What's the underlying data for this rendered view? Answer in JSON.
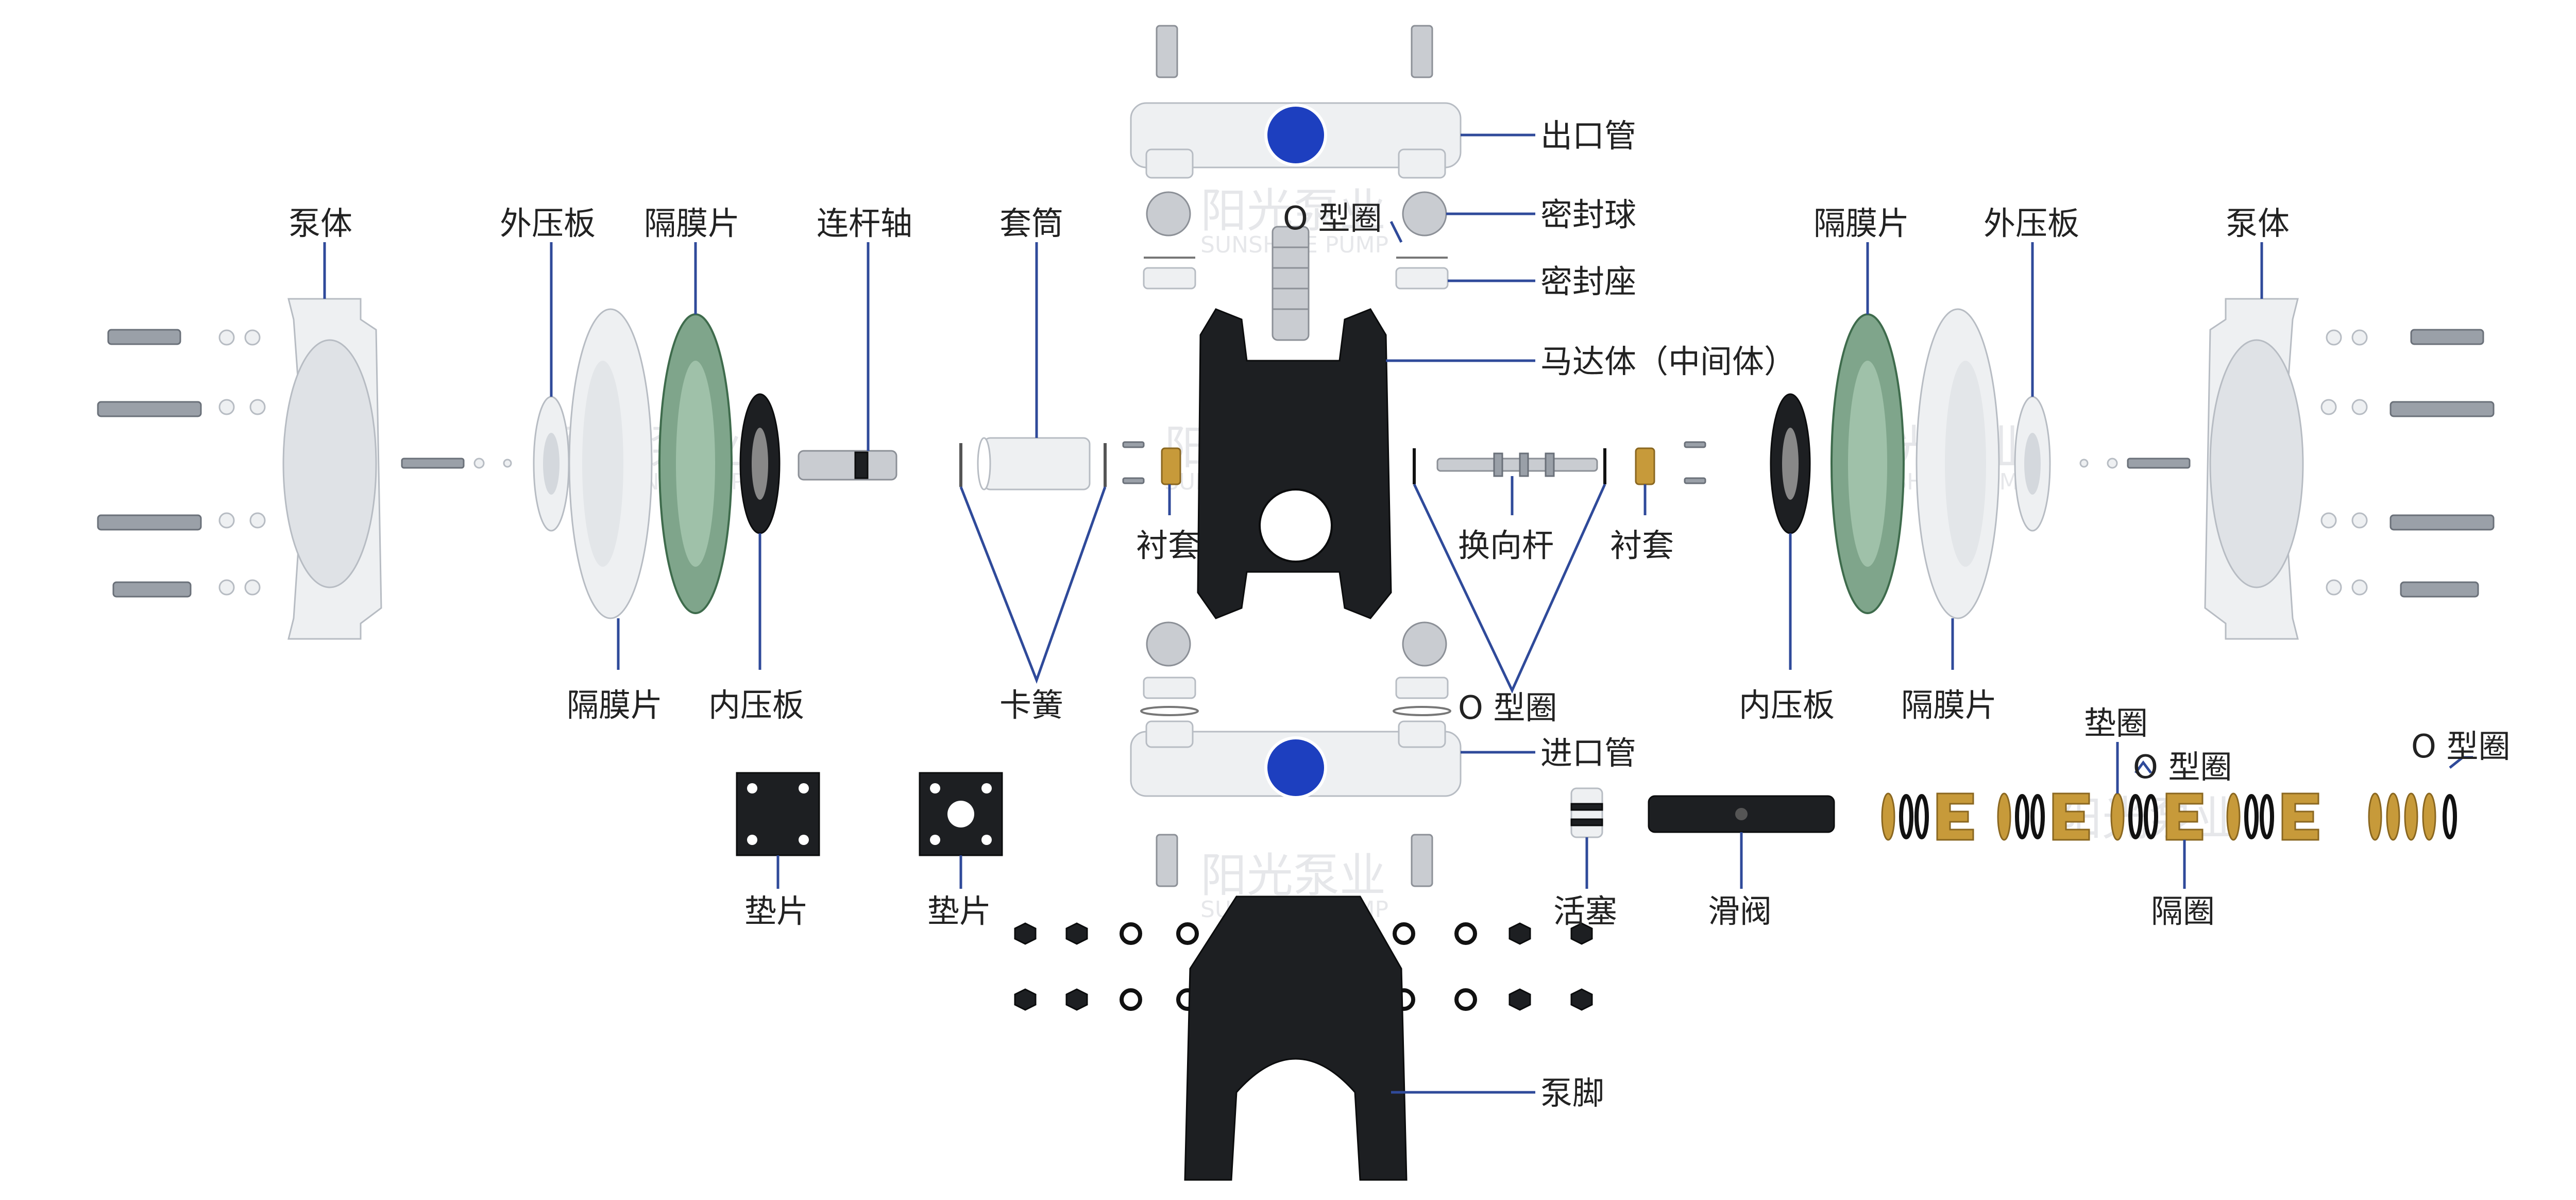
{
  "labels": {
    "pump_body_left": "泵体",
    "outer_plate_left": "外压板",
    "diaphragm_top_left": "隔膜片",
    "connecting_rod": "连杆轴",
    "sleeve": "套筒",
    "outlet_pipe": "出口管",
    "oring_top": "O 型圈",
    "seal_ball": "密封球",
    "seal_seat": "密封座",
    "motor_body": "马达体（中间体）",
    "diaphragm_top_right": "隔膜片",
    "outer_plate_right": "外压板",
    "pump_body_right": "泵体",
    "bushing_left": "衬套",
    "reversing_rod": "换向杆",
    "bushing_right": "衬套",
    "diaphragm_bottom_left": "隔膜片",
    "inner_plate_left": "内压板",
    "circlip": "卡簧",
    "oring_center": "O 型圈",
    "inner_plate_right": "内压板",
    "diaphragm_bottom_right": "隔膜片",
    "washer": "垫圈",
    "oring_right1": "O 型圈",
    "oring_right2": "O 型圈",
    "inlet_pipe": "进口管",
    "gasket_1": "垫片",
    "gasket_2": "垫片",
    "piston": "活塞",
    "slide_valve": "滑阀",
    "spacer": "隔圈",
    "pump_foot": "泵脚"
  },
  "watermark": {
    "brand_cn": "阳光泵业",
    "brand_en": "SUNSHINE PUMP"
  },
  "colors": {
    "leader_line": "#2f4a9a",
    "logo_blue": "#1d3fbf",
    "label_text": "#222222"
  }
}
